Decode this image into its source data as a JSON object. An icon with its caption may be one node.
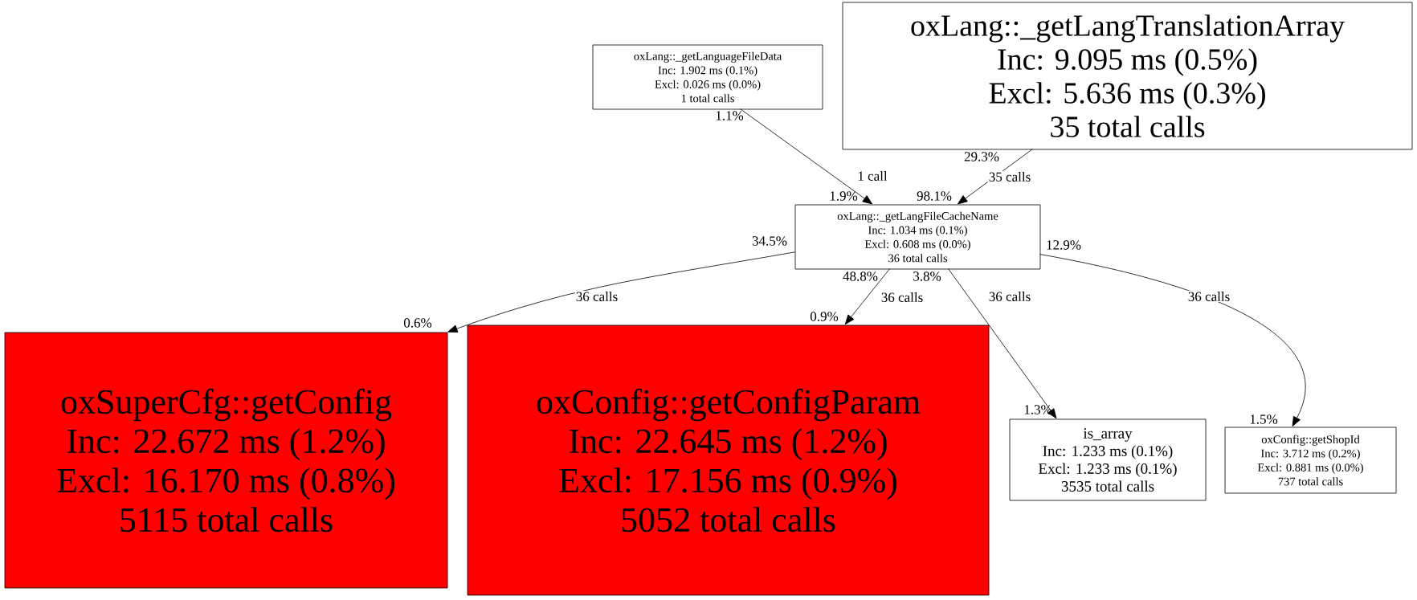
{
  "diagram": {
    "nodes": [
      {
        "text": [
          "oxLang::_getLanguageFileData",
          "Inc: 1.902 ms (0.1%)",
          "Excl: 0.026 ms (0.0%)",
          "1 total calls"
        ]
      },
      {
        "text": [
          "oxLang::_getLangTranslationArray",
          "Inc: 9.095 ms (0.5%)",
          "Excl: 5.636 ms (0.3%)",
          "35 total calls"
        ]
      },
      {
        "text": [
          "oxLang::_getLangFileCacheName",
          "Inc: 1.034 ms (0.1%)",
          "Excl: 0.608 ms (0.0%)",
          "36 total calls"
        ]
      },
      {
        "text": [
          "oxSuperCfg::getConfig",
          "Inc: 22.672 ms (1.2%)",
          "Excl: 16.170 ms (0.8%)",
          "5115 total calls"
        ]
      },
      {
        "text": [
          "oxConfig::getConfigParam",
          "Inc: 22.645 ms (1.2%)",
          "Excl: 17.156 ms (0.9%)",
          "5052 total calls"
        ]
      },
      {
        "text": [
          "is_array",
          "Inc: 1.233 ms (0.1%)",
          "Excl: 1.233 ms (0.1%)",
          "3535 total calls"
        ]
      },
      {
        "text": [
          "oxConfig::getShopId",
          "Inc: 3.712 ms (0.2%)",
          "Excl: 0.881 ms (0.0%)",
          "737 total calls"
        ]
      }
    ],
    "edges": [
      {
        "from": 0,
        "to": 2,
        "arrow": "to",
        "label": "1 call"
      },
      {
        "from": 1,
        "to": 2,
        "arrow": "to",
        "label": "35 calls"
      },
      {
        "from": 2,
        "to": 3,
        "arrow": "to",
        "label": "36 calls"
      },
      {
        "from": 2,
        "to": 4,
        "arrow": "to",
        "label": "36 calls"
      },
      {
        "from": 2,
        "to": 5,
        "arrow": "to",
        "label": "36 calls"
      },
      {
        "from": 2,
        "to": 6,
        "arrow": "to",
        "label": "36 calls"
      }
    ],
    "labels": [
      "1.1%",
      "29.3%",
      "1.9%",
      "98.1%",
      "34.5%",
      "12.9%",
      "48.8%",
      "3.8%",
      "0.6%",
      "0.9%",
      "1.3%",
      "1.5%"
    ]
  }
}
